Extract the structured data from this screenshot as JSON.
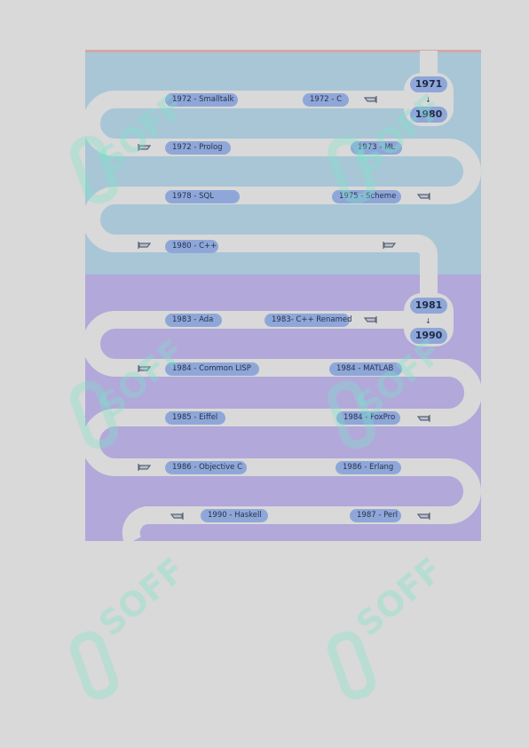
{
  "eras": [
    {
      "start": "1971",
      "end": "1980",
      "color": "#a8c6d6"
    },
    {
      "start": "1981",
      "end": "1990",
      "color": "#b2a8da"
    }
  ],
  "era1_milestones": [
    "1972 - Smalltalk",
    "1972 - C",
    "1972 - Prolog",
    "1973 - ML",
    "1978 - SQL",
    "1975 - Scheme",
    "1980 - C++"
  ],
  "era2_milestones": [
    "1983 - Ada",
    "1983- C++ Renamed",
    "1984 - Common LISP",
    "1984 - MATLAB",
    "1985 - Eiffel",
    "1984 - FoxPro",
    "1986 - Objective C",
    "1986 - Erlang",
    "1990 - Haskell",
    "1987 - Perl"
  ],
  "watermark": "SOFF",
  "colors": {
    "road": "#d9d9d9",
    "pill": "#8fa7d8",
    "pill_text": "#26324e"
  },
  "icons": [
    "flag-icon",
    "down-arrow-icon"
  ]
}
